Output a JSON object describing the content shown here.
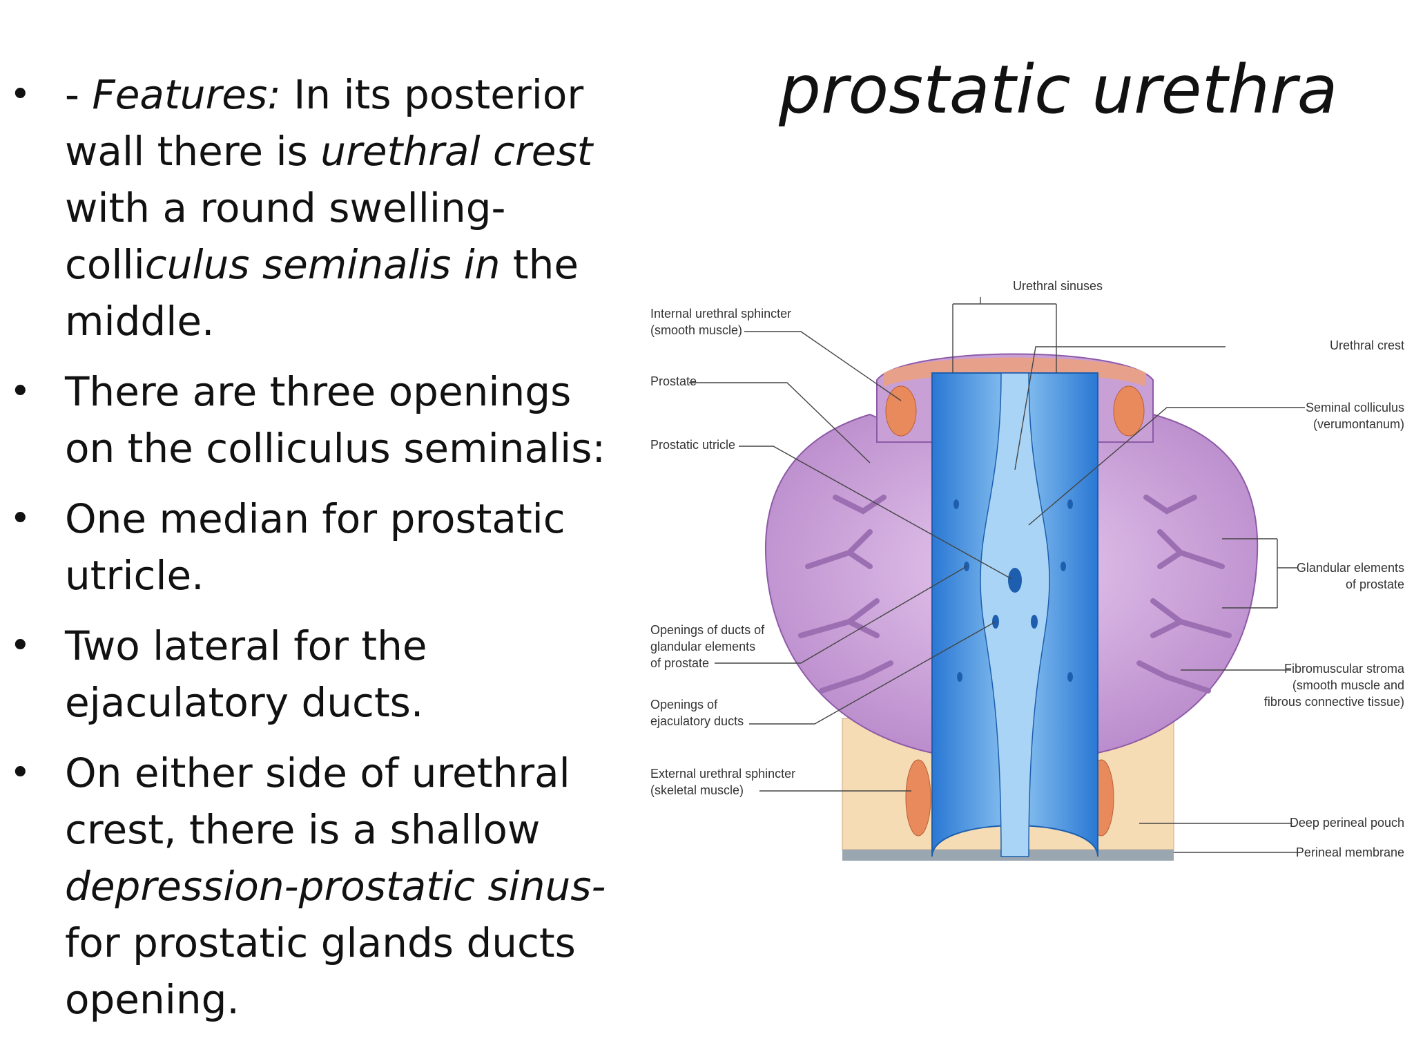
{
  "title": "prostatic urethra",
  "bullets": [
    {
      "parts": [
        {
          "text": "- ",
          "italic": false
        },
        {
          "text": "Features:",
          "italic": true
        },
        {
          "text": " In its posterior wall there is ",
          "italic": false
        },
        {
          "text": "urethral crest",
          "italic": true
        },
        {
          "text": " with a round swelling- colli",
          "italic": false
        },
        {
          "text": "culus seminalis in",
          "italic": true
        },
        {
          "text": " the middle.",
          "italic": false
        }
      ]
    },
    {
      "parts": [
        {
          "text": "There are three openings on the colliculus seminalis:",
          "italic": false
        }
      ]
    },
    {
      "parts": [
        {
          "text": "One median for prostatic utricle.",
          "italic": false
        }
      ]
    },
    {
      "parts": [
        {
          "text": "Two lateral for the ejaculatory ducts.",
          "italic": false
        }
      ]
    },
    {
      "parts": [
        {
          "text": "On either side of urethral crest, there is a shallow ",
          "italic": false
        },
        {
          "text": "depression-prostatic sinus-",
          "italic": true
        },
        {
          "text": " for prostatic glands ducts opening.",
          "italic": false
        }
      ]
    }
  ],
  "figure": {
    "labels": {
      "urethral_sinuses": "Urethral sinuses",
      "internal_sphincter_1": "Internal urethral sphincter",
      "internal_sphincter_2": "(smooth muscle)",
      "prostate": "Prostate",
      "prostatic_utricle": "Prostatic utricle",
      "openings_glandular_1": "Openings of ducts of",
      "openings_glandular_2": "glandular elements",
      "openings_glandular_3": "of prostate",
      "openings_ejac_1": "Openings of",
      "openings_ejac_2": "ejaculatory ducts",
      "external_sphincter_1": "External urethral sphincter",
      "external_sphincter_2": "(skeletal muscle)",
      "urethral_crest": "Urethral crest",
      "seminal_colliculus_1": "Seminal colliculus",
      "seminal_colliculus_2": "(verumontanum)",
      "glandular_1": "Glandular elements",
      "glandular_2": "of prostate",
      "fibromuscular_1": "Fibromuscular stroma",
      "fibromuscular_2": "(smooth muscle and",
      "fibromuscular_3": "fibrous connective tissue)",
      "deep_perineal": "Deep perineal pouch",
      "perineal_membrane": "Perineal membrane"
    },
    "colors": {
      "prostate": "#c9a0d6",
      "prostate_dark": "#9b6fb2",
      "urethra_wall": "#3d8fe0",
      "urethra_light": "#a9d4f5",
      "sphincter": "#e88a5c",
      "pouch": "#f6dcb4"
    }
  }
}
